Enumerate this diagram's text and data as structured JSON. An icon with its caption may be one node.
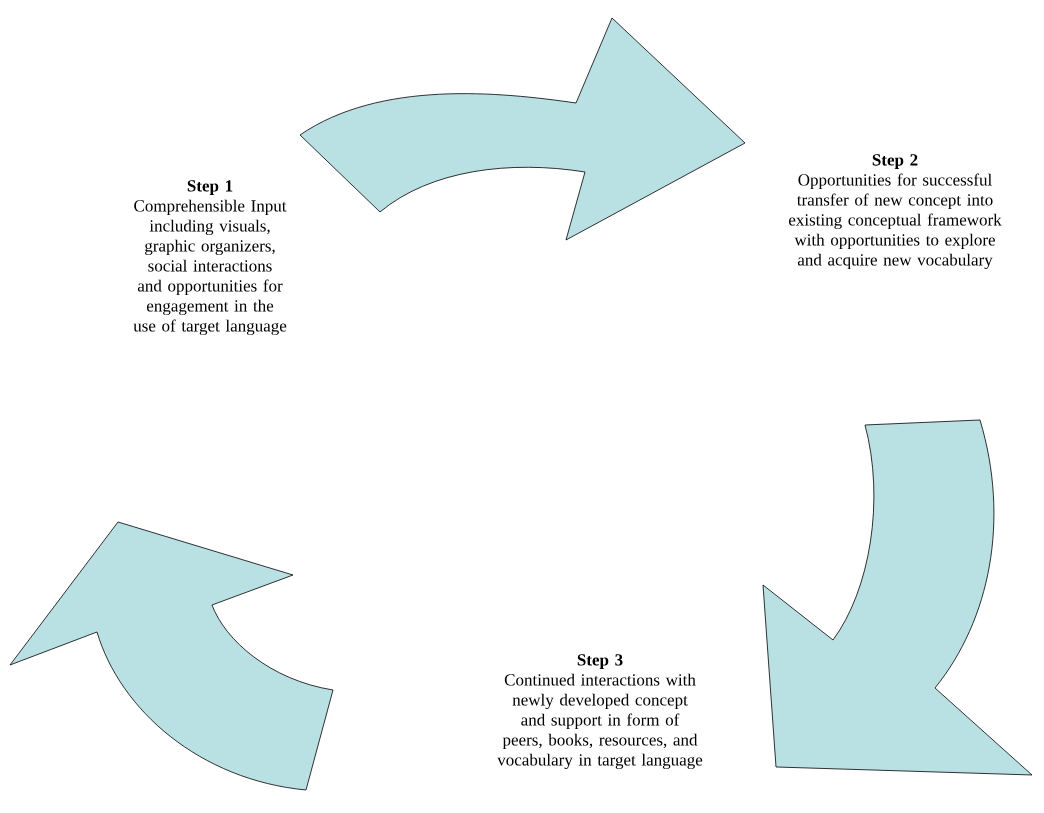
{
  "diagram": {
    "nodes": [
      {
        "text": [
          "Step 1",
          "Comprehensible Input including visuals, graphic organizers, social interactions and opportunities for engagement in the use of target language"
        ]
      },
      {
        "text": [
          "Step 2",
          "Opportunities for successful transfer of new concept into existing conceptual framework with opportunities to explore and acquire new vocabulary"
        ]
      },
      {
        "text": [
          "Step 3",
          "Continued interactions with newly developed concept and support in form of peers, books, resources, and vocabulary in target language"
        ]
      }
    ],
    "edges": [
      {
        "from": 0,
        "to": 1,
        "arrow": "to"
      },
      {
        "from": 1,
        "to": 2,
        "arrow": "to"
      },
      {
        "from": 2,
        "to": 0,
        "arrow": "to"
      }
    ]
  }
}
